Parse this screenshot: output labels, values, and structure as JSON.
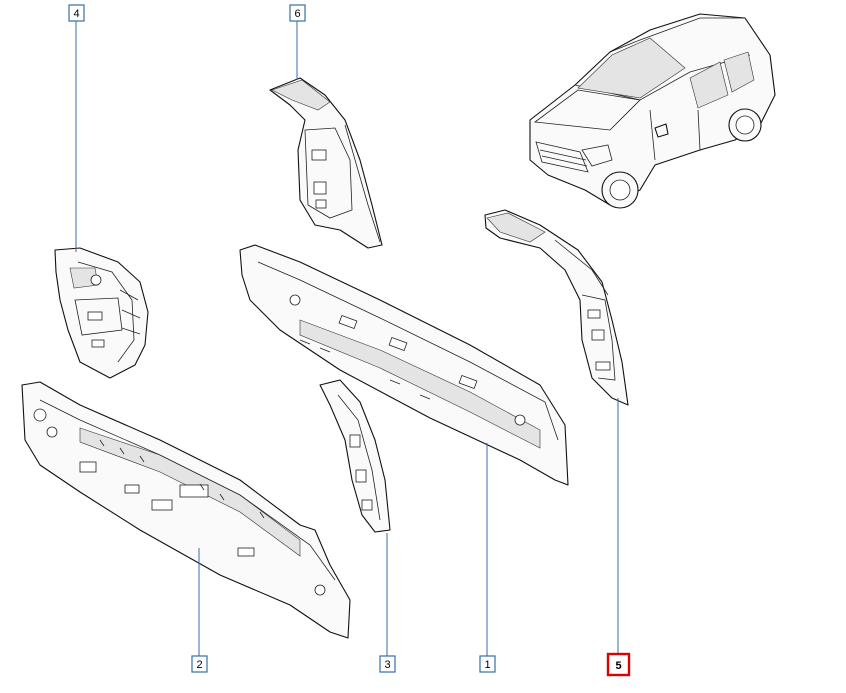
{
  "callouts": [
    {
      "id": "c1",
      "label": "1",
      "selected": false
    },
    {
      "id": "c2",
      "label": "2",
      "selected": false
    },
    {
      "id": "c3",
      "label": "3",
      "selected": false
    },
    {
      "id": "c4",
      "label": "4",
      "selected": false
    },
    {
      "id": "c5",
      "label": "5",
      "selected": true
    },
    {
      "id": "c6",
      "label": "6",
      "selected": false
    }
  ],
  "colors": {
    "leader": "#3a6ea5",
    "selected_highlight": "#e00000",
    "line_art": "#111111"
  }
}
